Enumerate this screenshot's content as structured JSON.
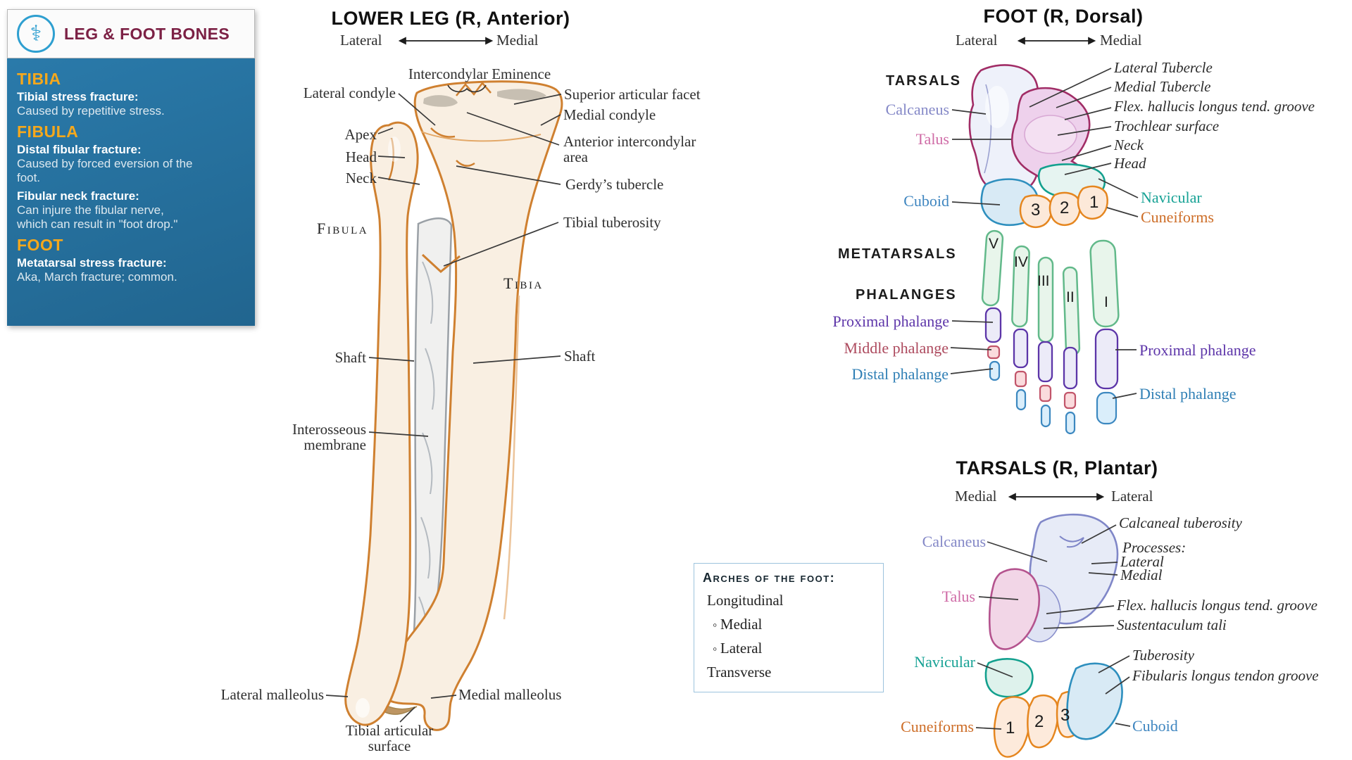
{
  "palette": {
    "panel_blue": "#21658f",
    "heading_orange": "#f5a81c",
    "card_maroon": "#7c2145",
    "icon_blue": "#2e9fd0",
    "bone_outline_orange": "#cf8030",
    "calcaneus_label": "#8488c7",
    "talus_label": "#cf6ba6",
    "cuboid_label": "#3f86c0",
    "navicular_label": "#17a295",
    "cuneiforms_label": "#cd6d27",
    "proximal_label": "#5d35a9",
    "middle_label": "#ad4a5e",
    "distal_label": "#2f7fb5"
  },
  "legend_card": {
    "icon": "medical-staff-icon",
    "title": "LEG & FOOT BONES",
    "sections": [
      {
        "heading": "TIBIA",
        "items": [
          {
            "bold": "Tibial stress fracture:",
            "text": "Caused by repetitive stress."
          }
        ]
      },
      {
        "heading": "FIBULA",
        "items": [
          {
            "bold": "Distal fibular fracture:",
            "text": "Caused by forced eversion of the foot."
          },
          {
            "bold": "Fibular neck fracture:",
            "text": "Can injure the fibular nerve, which can result in \"foot drop.\""
          }
        ]
      },
      {
        "heading": "FOOT",
        "items": [
          {
            "bold": "Metatarsal stress fracture:",
            "text": "Aka, March fracture; common."
          }
        ]
      }
    ]
  },
  "lower_leg": {
    "title": "LOWER LEG (R, Anterior)",
    "axis_left": "Lateral",
    "axis_right": "Medial",
    "labels": {
      "eminence": "Intercondylar Eminence",
      "lateral_condyle": "Lateral condyle",
      "superior_facet": "Superior articular facet",
      "medial_condyle": "Medial condyle",
      "anterior_area": "Anterior intercondylar area",
      "gerdy": "Gerdy’s tubercle",
      "tuberosity": "Tibial tuberosity",
      "apex": "Apex",
      "head": "Head",
      "neck": "Neck",
      "fibula": "Fibula",
      "tibia": "Tibia",
      "shaft_left": "Shaft",
      "shaft_right": "Shaft",
      "interosseous": "Interosseous membrane",
      "lateral_malleolus": "Lateral malleolus",
      "medial_malleolus": "Medial malleolus",
      "articular_surface": "Tibial articular surface"
    }
  },
  "foot_dorsal": {
    "title": "FOOT (R, Dorsal)",
    "axis_left": "Lateral",
    "axis_right": "Medial",
    "group_tarsals": "TARSALS",
    "group_metatarsals": "METATARSALS",
    "group_phalanges": "PHALANGES",
    "calcaneus": "Calcaneus",
    "talus": "Talus",
    "cuboid": "Cuboid",
    "navicular": "Navicular",
    "cuneiforms": "Cuneiforms",
    "features": [
      "Lateral Tubercle",
      "Medial Tubercle",
      "Flex. hallucis longus tend. groove",
      "Trochlear surface",
      "Neck",
      "Head"
    ],
    "cune_numbers": [
      "3",
      "2",
      "1"
    ],
    "numerals": [
      "V",
      "IV",
      "III",
      "II",
      "I"
    ],
    "proximal_left": "Proximal phalange",
    "middle_left": "Middle phalange",
    "distal_left": "Distal phalange",
    "proximal_right": "Proximal phalange",
    "distal_right": "Distal phalange"
  },
  "tarsals_plantar": {
    "title": "TARSALS (R, Plantar)",
    "axis_left": "Medial",
    "axis_right": "Lateral",
    "calcaneus": "Calcaneus",
    "talus": "Talus",
    "navicular": "Navicular",
    "cuneiforms": "Cuneiforms",
    "cuboid": "Cuboid",
    "features": [
      "Calcaneal tuberosity",
      "Processes:",
      "Lateral",
      "Medial",
      "Flex. hallucis longus tend. groove",
      "Sustentaculum tali",
      "Tuberosity",
      "Fibularis longus tendon groove"
    ],
    "numbers": [
      "1",
      "2",
      "3"
    ]
  },
  "arches_box": {
    "title": "Arches of the foot:",
    "items": [
      "Longitudinal",
      "Medial",
      "Lateral",
      "Transverse"
    ]
  }
}
